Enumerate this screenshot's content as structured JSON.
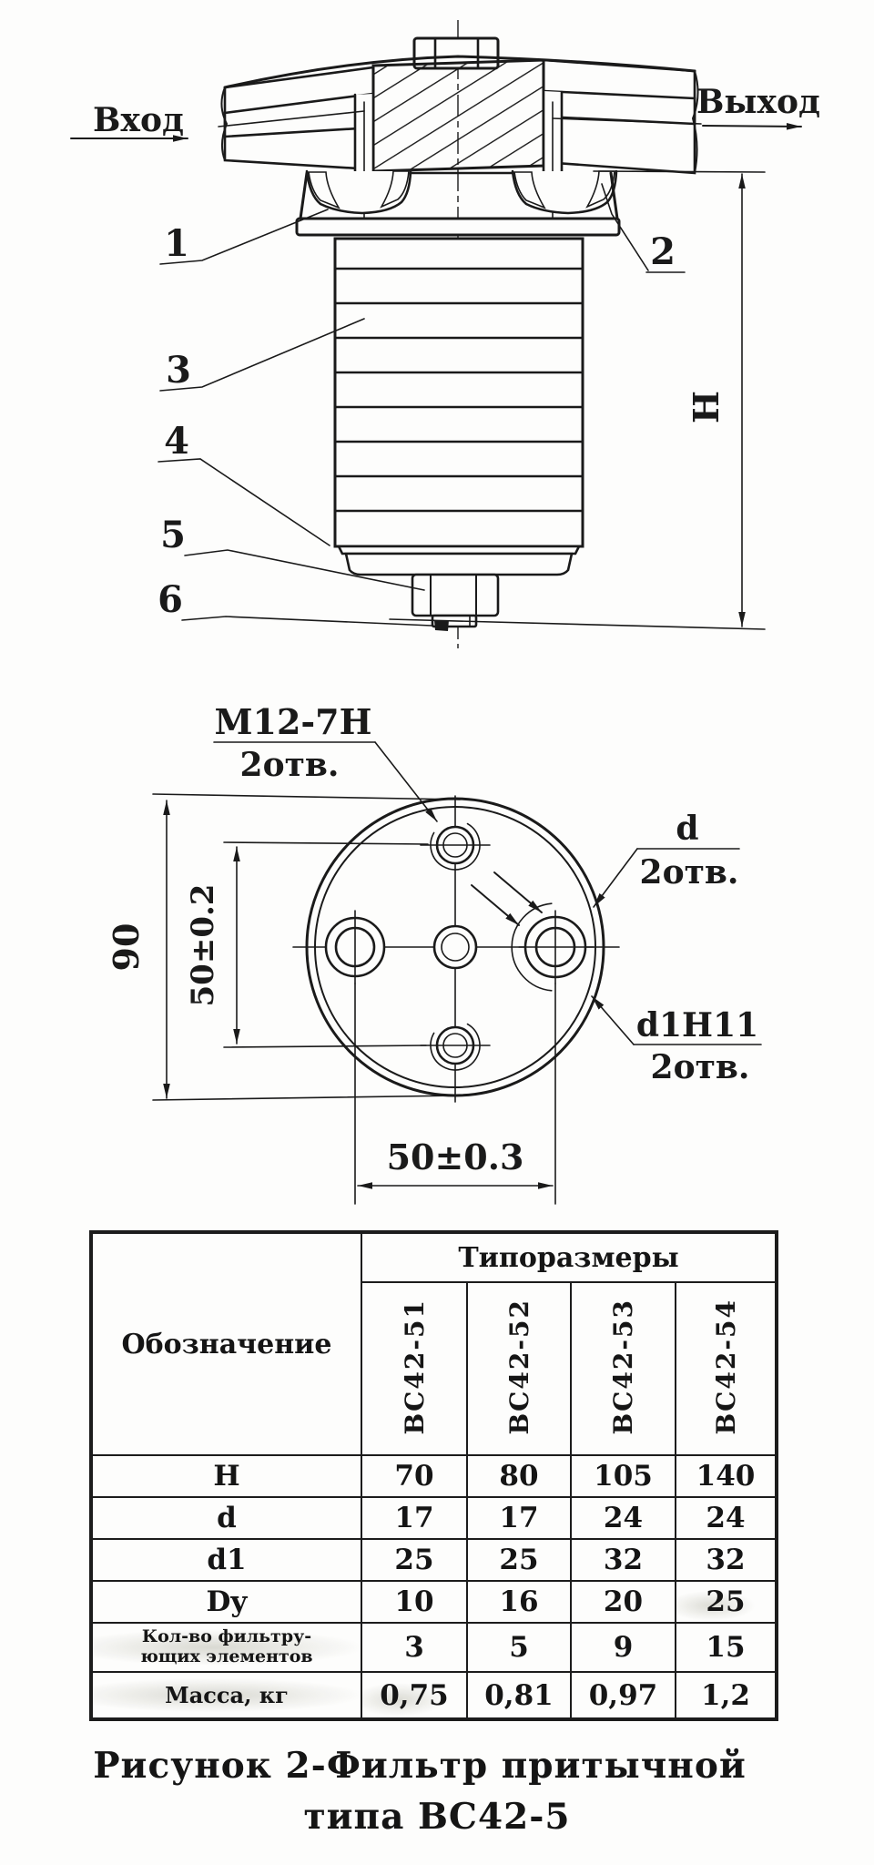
{
  "page": {
    "background": "#fdfdfc",
    "ink": "#1a1a1a"
  },
  "section_view": {
    "inlet_label": "Вход",
    "outlet_label": "Выход",
    "height_dim_label": "Н",
    "callouts": [
      "1",
      "2",
      "3",
      "4",
      "5",
      "6"
    ]
  },
  "bottom_view": {
    "thread_label": "М12-7Н",
    "thread_holes_note": "2отв.",
    "d_label": "d",
    "d_holes_note": "2отв.",
    "d1_label": "d1H11",
    "d1_holes_note": "2отв.",
    "dim_height": "90",
    "dim_vertical": "50±0.2",
    "dim_horizontal": "50±0.3"
  },
  "table": {
    "group_header": "Типоразмеры",
    "row_header": "Обозначение",
    "columns": [
      "ВС42-51",
      "ВС42-52",
      "ВС42-53",
      "ВС42-54"
    ],
    "rows": [
      {
        "label": "Н",
        "values": [
          "70",
          "80",
          "105",
          "140"
        ]
      },
      {
        "label": "d",
        "values": [
          "17",
          "17",
          "24",
          "24"
        ]
      },
      {
        "label": "d1",
        "values": [
          "25",
          "25",
          "32",
          "32"
        ]
      },
      {
        "label": "Dy",
        "values": [
          "10",
          "16",
          "20",
          "25"
        ]
      },
      {
        "label": "Кол-во фильтру-\nющих элементов",
        "values": [
          "3",
          "5",
          "9",
          "15"
        ]
      },
      {
        "label": "Масса, кг",
        "values": [
          "0,75",
          "0,81",
          "0,97",
          "1,2"
        ]
      }
    ]
  },
  "caption": {
    "line1": "Рисунок 2-Фильтр притычной",
    "line2": "типа ВС42-5"
  }
}
